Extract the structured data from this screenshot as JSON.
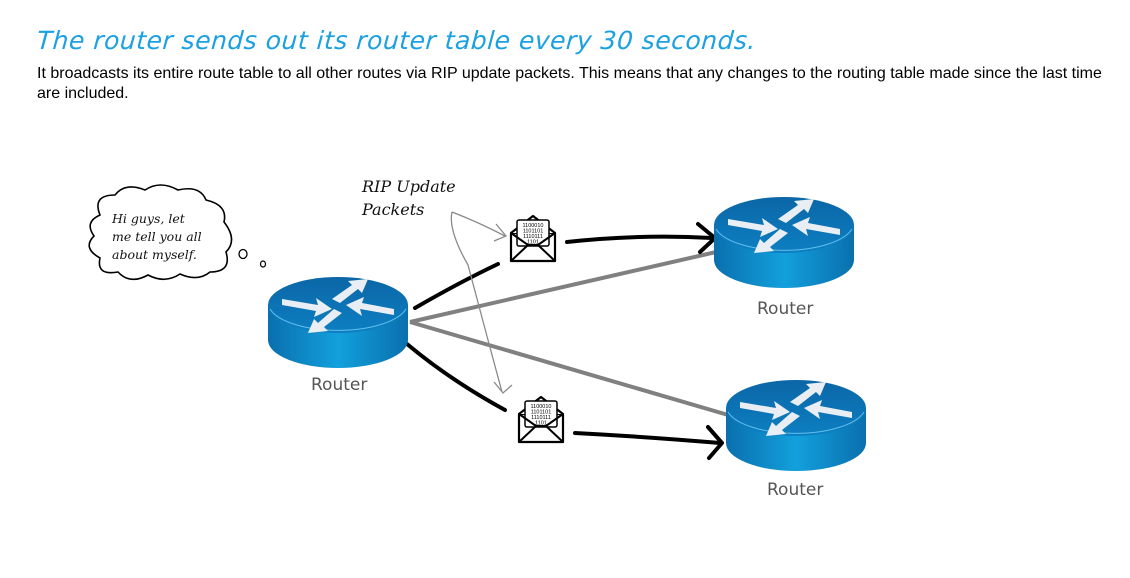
{
  "title": "The router sends out its router table every 30 seconds.",
  "description": "It broadcasts its entire route table to all other routes via RIP update packets. This means that any changes to the routing table made since the last time are included.",
  "diagram": {
    "thought_bubble": {
      "line1": "Hi guys, let",
      "line2": "me tell you all",
      "line3": "about myself."
    },
    "callout": {
      "line1": "RIP Update",
      "line2": "Packets"
    },
    "routers": [
      {
        "id": "source",
        "label": "Router"
      },
      {
        "id": "top-right",
        "label": "Router"
      },
      {
        "id": "bottom-right",
        "label": "Router"
      }
    ],
    "packets": [
      {
        "id": "packet-top",
        "lines": [
          "1100010",
          "1101101",
          "1110111",
          "1101"
        ]
      },
      {
        "id": "packet-bottom",
        "lines": [
          "1100010",
          "1101101",
          "1110111",
          "1101"
        ]
      }
    ],
    "colors": {
      "title": "#1ba0e2",
      "router_top": "#0a72b5",
      "router_side": "#0e8fd0",
      "link": "#808080",
      "arrow": "#000000"
    }
  }
}
